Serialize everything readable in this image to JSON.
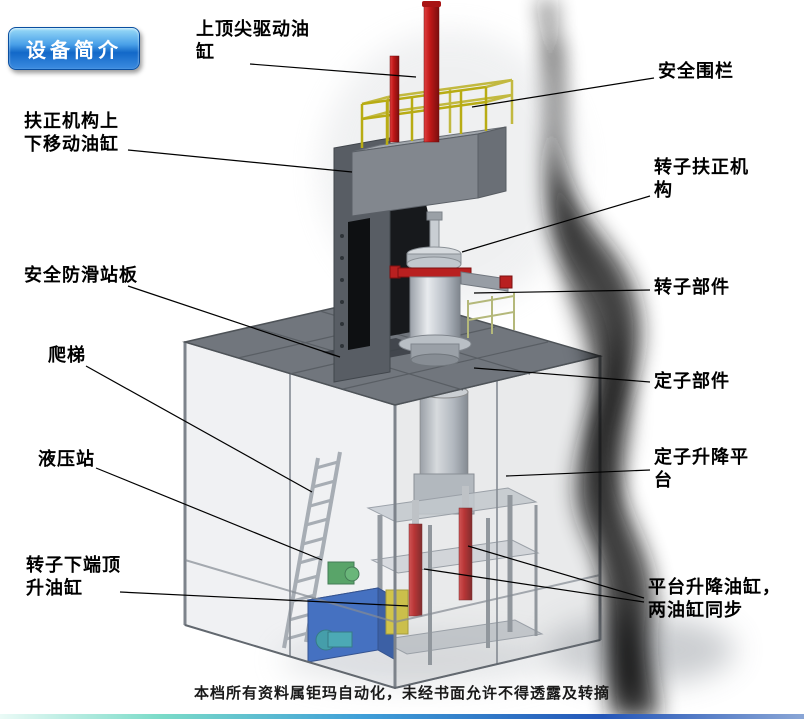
{
  "badge": {
    "label": "设备简介"
  },
  "labels": [
    {
      "id": "top-spindle-drive-cylinder",
      "text": "上顶尖驱动油\n缸"
    },
    {
      "id": "safety-fence",
      "text": "安全围栏"
    },
    {
      "id": "centering-lift-cylinder",
      "text": "扶正机构上\n下移动油缸"
    },
    {
      "id": "rotor-centering-mechanism",
      "text": "转子扶正机\n构"
    },
    {
      "id": "anti-slip-platform",
      "text": "安全防滑站板"
    },
    {
      "id": "rotor-component",
      "text": "转子部件"
    },
    {
      "id": "ladder",
      "text": "爬梯"
    },
    {
      "id": "stator-component",
      "text": "定子部件"
    },
    {
      "id": "hydraulic-station",
      "text": "液压站"
    },
    {
      "id": "stator-lift-platform",
      "text": "定子升降平\n台"
    },
    {
      "id": "rotor-bottom-jack-cylinder",
      "text": "转子下端顶\n升油缸"
    },
    {
      "id": "platform-lift-cylinders",
      "text": "平台升降油缸，\n两油缸同步"
    }
  ],
  "footer": {
    "text": "本档所有资料属钜玛自动化，未经书面允许不得透露及转摘"
  },
  "colors": {
    "badge_blue": "#1268c8",
    "cylinder_red": "#c01818",
    "hydraulic_blue": "#2f63c2",
    "fence_yellow": "#b8ac14",
    "platform_gray": "#71767d"
  }
}
